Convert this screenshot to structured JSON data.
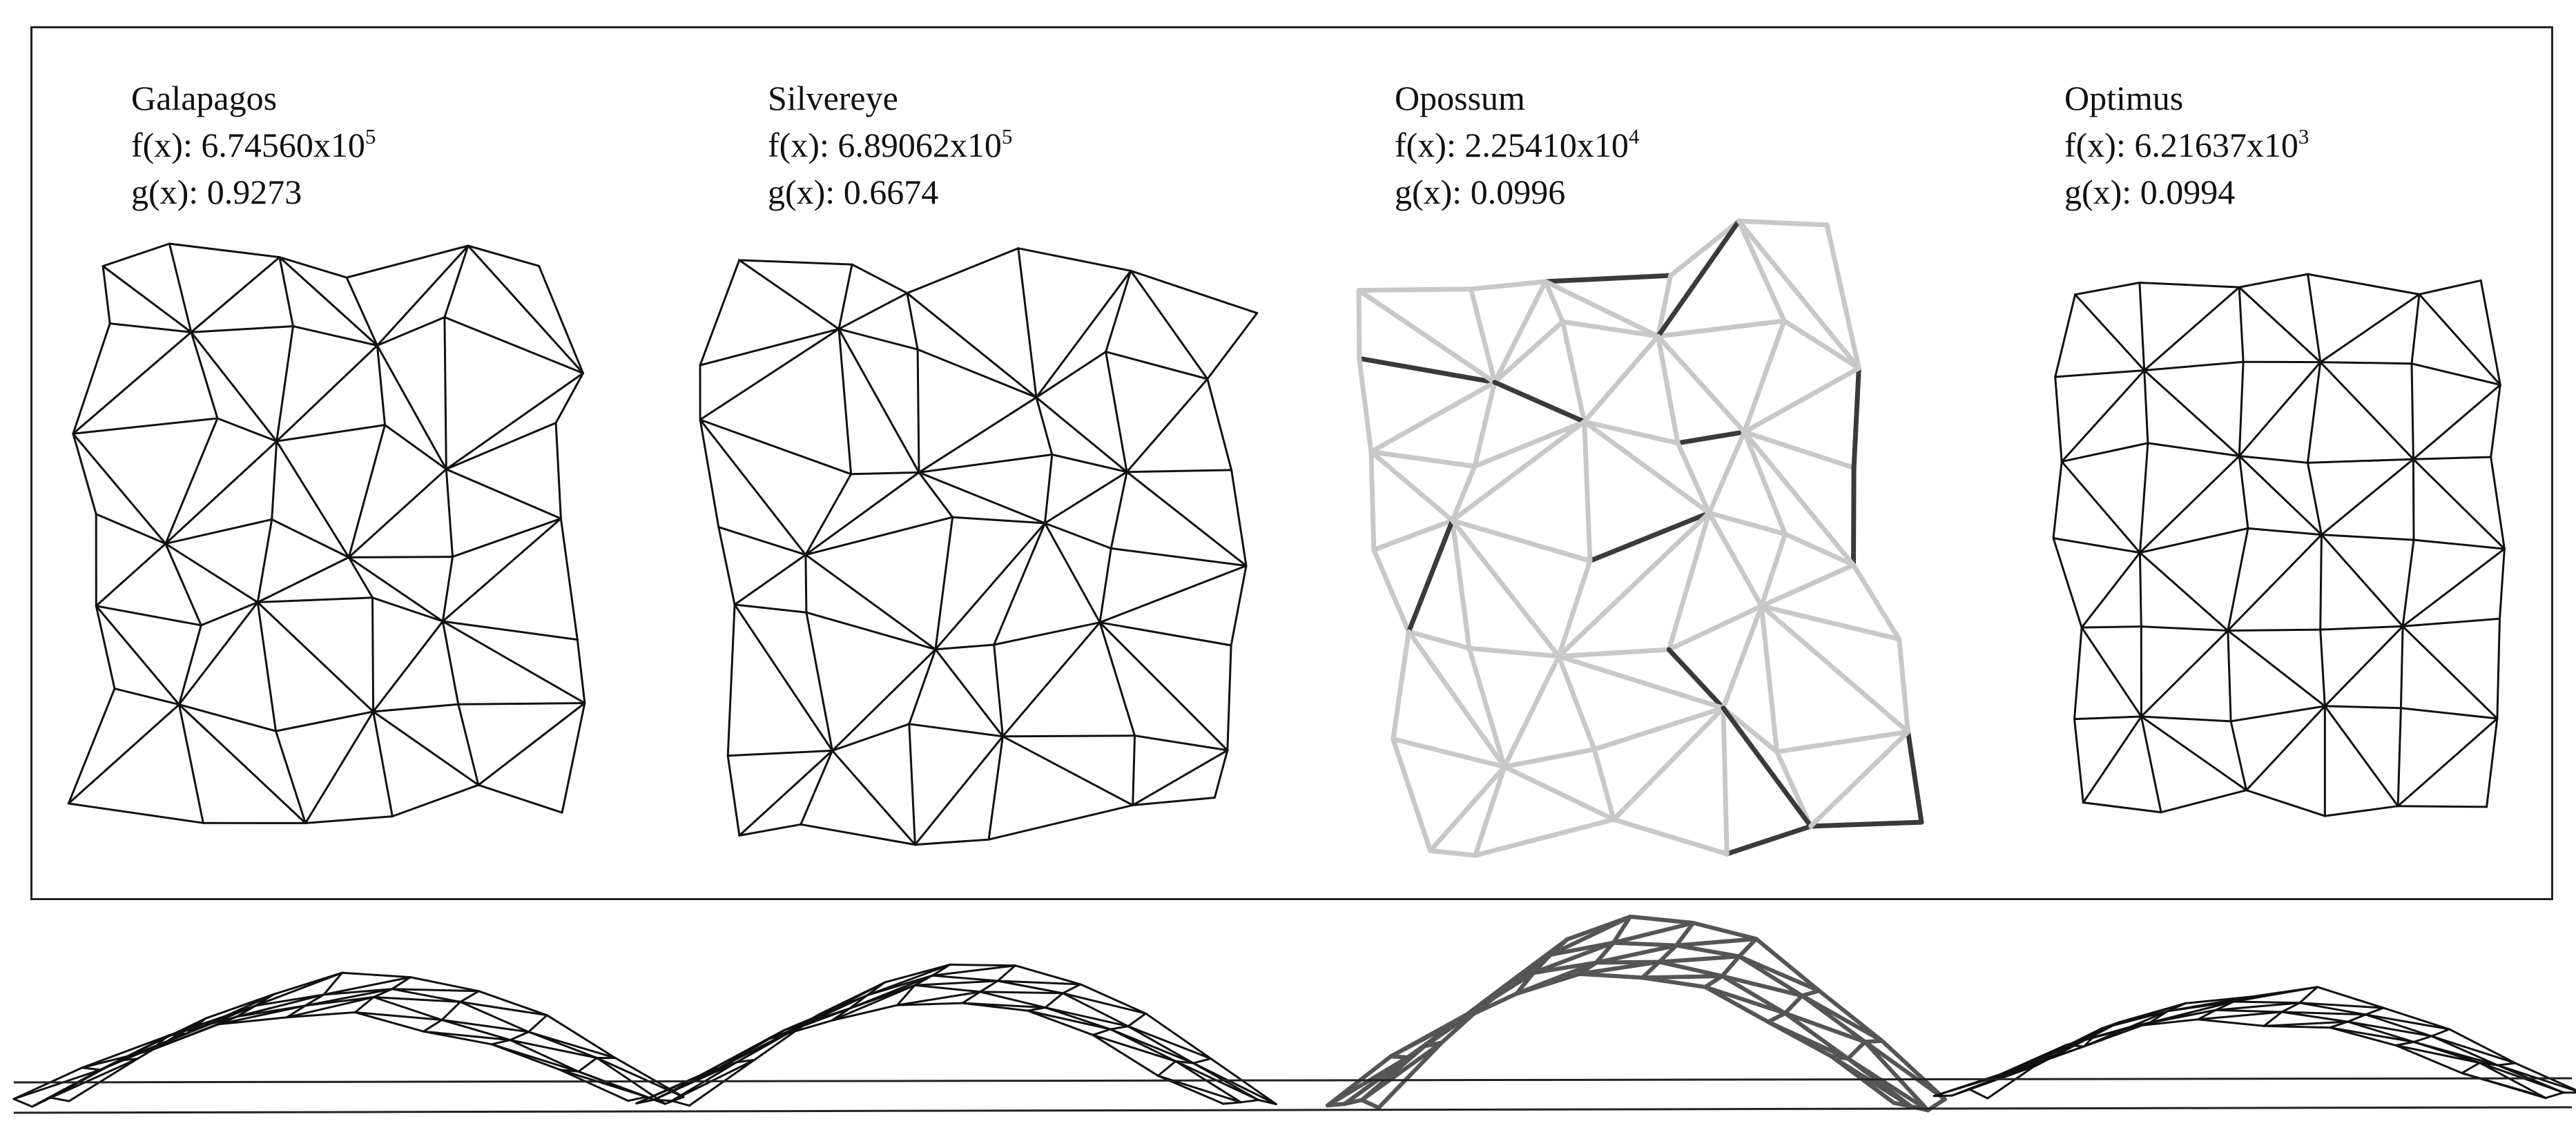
{
  "colors": {
    "frame": "#222222",
    "wire": "#111111",
    "opossum_light": "#c8c8c8",
    "opossum_dark": "#3a3a3a"
  },
  "panels": [
    {
      "name": "Galapagos",
      "f_label": "f(x): ",
      "f_mantissa": "6.74560x10",
      "f_exp": "5",
      "g_label": "g(x): ",
      "g_value": "0.9273"
    },
    {
      "name": "Silvereye",
      "f_label": "f(x): ",
      "f_mantissa": "6.89062x10",
      "f_exp": "5",
      "g_label": "g(x): ",
      "g_value": "0.6674"
    },
    {
      "name": "Opossum",
      "f_label": "f(x): ",
      "f_mantissa": "2.25410x10",
      "f_exp": "4",
      "g_label": "g(x): ",
      "g_value": "0.0996"
    },
    {
      "name": "Optimus",
      "f_label": "f(x): ",
      "f_mantissa": "6.21637x10",
      "f_exp": "3",
      "g_label": "g(x): ",
      "g_value": "0.0994"
    }
  ]
}
